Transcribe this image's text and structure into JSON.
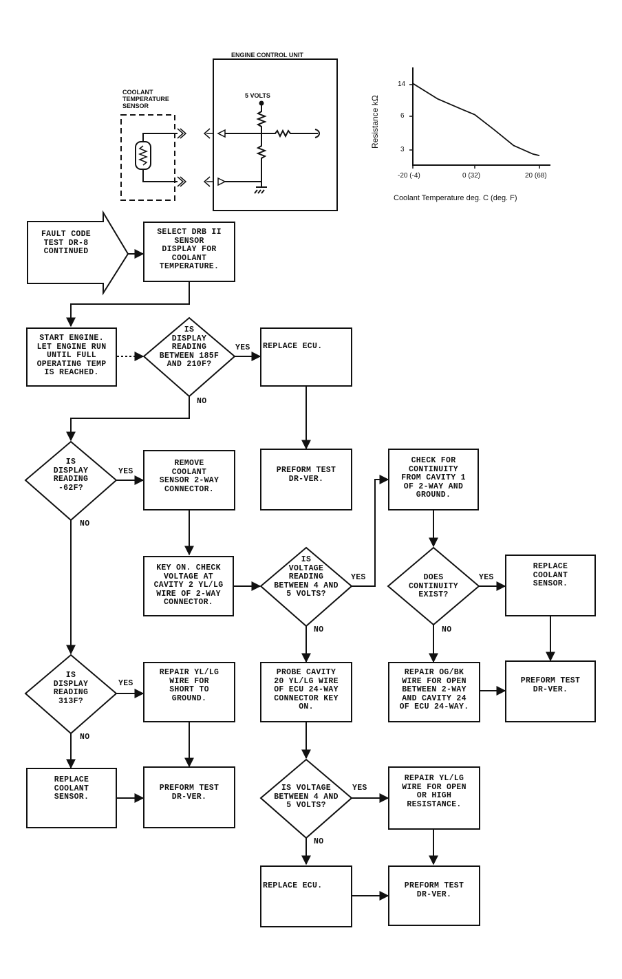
{
  "schematic": {
    "ecu_label": "ENGINE CONTROL UNIT",
    "sensor_label": "COOLANT\nTEMPERATURE\nSENSOR",
    "volts_label": "5 VOLTS"
  },
  "chart_data": {
    "type": "line",
    "title": "",
    "xlabel": "Coolant Temperature deg. C (deg. F)",
    "ylabel": "Resistance kΩ",
    "x_tick_labels": [
      "-20 (-4)",
      "0 (32)",
      "20 (68)"
    ],
    "x_ticks": [
      -20,
      0,
      20
    ],
    "y_tick_labels": [
      "14",
      "6",
      "3"
    ],
    "series": [
      {
        "x": [
          -20,
          -12,
          -4,
          0,
          6,
          12,
          18,
          20
        ],
        "y": [
          14.3,
          10.4,
          7.7,
          6.4,
          4.8,
          3.4,
          2.2,
          1.9
        ]
      }
    ]
  },
  "flow": {
    "start_arrow": "FAULT CODE\nTEST DR-8\nCONTINUED",
    "b1": "SELECT DRB II\nSENSOR\nDISPLAY FOR\nCOOLANT\nTEMPERATURE.",
    "b2": "START ENGINE.\nLET ENGINE RUN\nUNTIL FULL\nOPERATING TEMP\nIS REACHED.",
    "d1": "IS\nDISPLAY\nREADING\nBETWEEN 185F\nAND 210F?",
    "b3": "REPLACE ECU.",
    "b4": "PREFORM TEST\nDR-VER.",
    "d2": "IS\nDISPLAY\nREADING\n-62F?",
    "b5": "REMOVE\nCOOLANT\nSENSOR 2-WAY\nCONNECTOR.",
    "b6": "KEY ON. CHECK\nVOLTAGE AT\nCAVITY 2 YL/LG\nWIRE OF 2-WAY\nCONNECTOR.",
    "d3": "IS\nVOLTAGE\nREADING\nBETWEEN 4 AND\n5 VOLTS?",
    "b7": "CHECK FOR\nCONTINUITY\nFROM CAVITY 1\nOF 2-WAY AND\nGROUND.",
    "d4": "DOES\nCONTINUITY\nEXIST?",
    "b8": "REPLACE\nCOOLANT\nSENSOR.",
    "d5": "IS\nDISPLAY\nREADING\n313F?",
    "b9": "REPAIR YL/LG\nWIRE FOR\nSHORT TO\nGROUND.",
    "b10": "PROBE CAVITY\n20 YL/LG WIRE\nOF ECU 24-WAY\nCONNECTOR KEY\nON.",
    "b11": "REPAIR OG/BK\nWIRE FOR OPEN\nBETWEEN 2-WAY\nAND CAVITY 24\nOF ECU 24-WAY.",
    "b12": "PREFORM TEST\nDR-VER.",
    "b13": "REPLACE\nCOOLANT\nSENSOR.",
    "b14": "PREFORM TEST\nDR-VER.",
    "d6": "IS VOLTAGE\nBETWEEN 4 AND\n5 VOLTS?",
    "b15": "REPAIR YL/LG\nWIRE FOR OPEN\nOR HIGH\nRESISTANCE.",
    "b16": "REPLACE ECU.",
    "b17": "PREFORM TEST\nDR-VER.",
    "yes": "YES",
    "no": "NO"
  }
}
